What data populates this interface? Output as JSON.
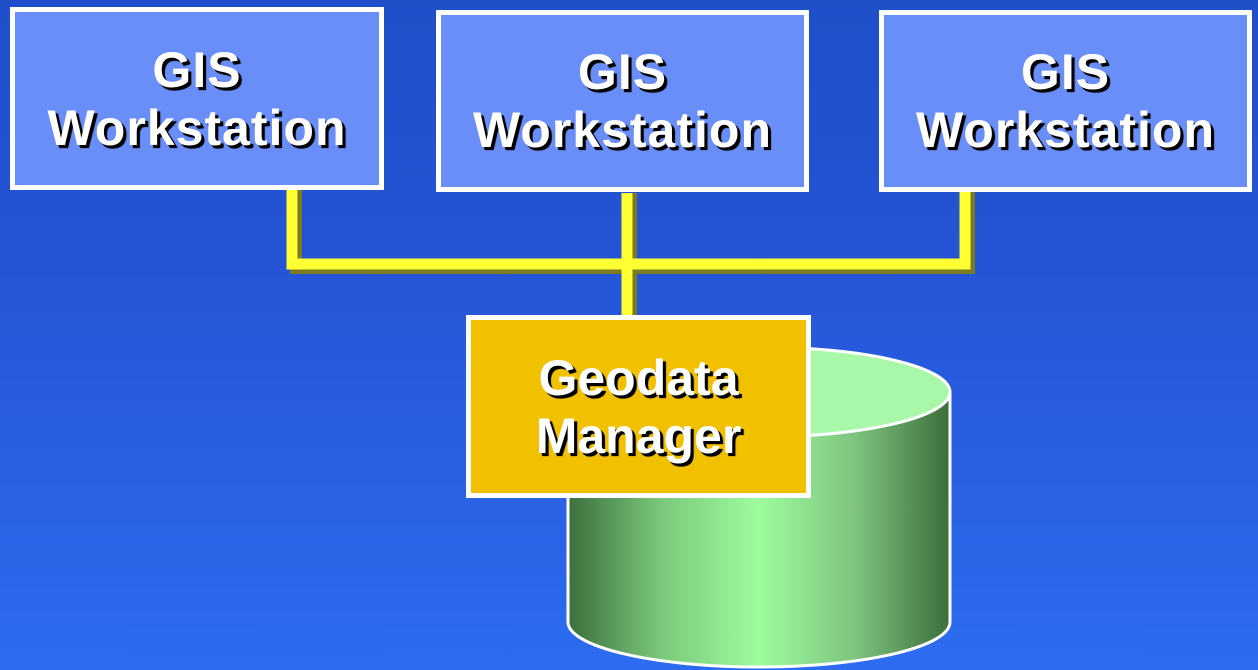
{
  "workstations": [
    {
      "line1": "GIS",
      "line2": "Workstation"
    },
    {
      "line1": "GIS",
      "line2": "Workstation"
    },
    {
      "line1": "GIS",
      "line2": "Workstation"
    }
  ],
  "geodata_manager": {
    "line1": "Geodata",
    "line2": "Manager"
  },
  "colors": {
    "background": "#2453d4",
    "workstation_fill": "#6a8ef8",
    "manager_fill": "#f1c100",
    "connector": "#ffff33",
    "database": "#99ff99",
    "border": "#ffffff"
  }
}
